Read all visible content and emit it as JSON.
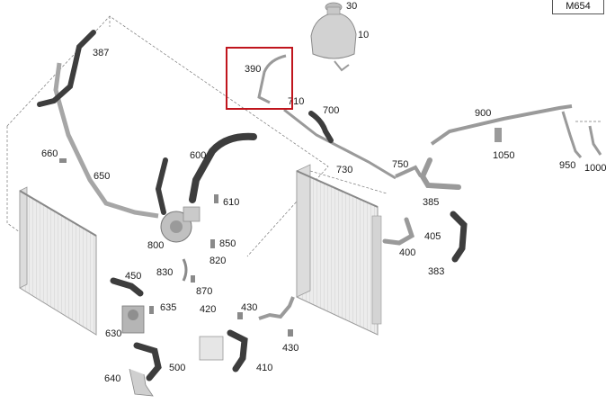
{
  "model_code": "M654",
  "highlight_color": "#c0151d",
  "hose_color": "#3d3d3d",
  "part_color": "#bdbdbd",
  "labels": {
    "p30": "30",
    "p10": "10",
    "p387": "387",
    "p390": "390",
    "p710": "710",
    "p700": "700",
    "p900": "900",
    "p660": "660",
    "p650": "650",
    "p600": "600",
    "p610": "610",
    "p730": "730",
    "p750": "750",
    "p1050": "1050",
    "p950": "950",
    "p1000": "1000",
    "p385": "385",
    "p405": "405",
    "p400": "400",
    "p383": "383",
    "p800": "800",
    "p850": "850",
    "p820": "820",
    "p830": "830",
    "p870": "870",
    "p450": "450",
    "p635": "635",
    "p420": "420",
    "p430a": "430",
    "p430b": "430",
    "p630": "630",
    "p500": "500",
    "p410": "410",
    "p640": "640"
  }
}
